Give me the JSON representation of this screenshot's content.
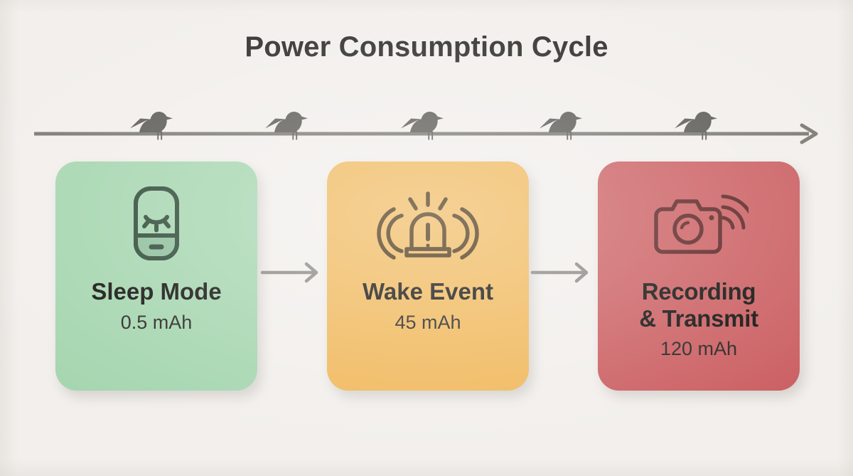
{
  "page": {
    "title": "Power Consumption Cycle",
    "background_color": "#f2efec",
    "title_color": "#32302e"
  },
  "timeline": {
    "name": "bird-timeline",
    "line_color": "#7d7b74",
    "bird_color": "#5e5d58",
    "bird_count": 5,
    "bird_positions": [
      215,
      410,
      600,
      795,
      985
    ],
    "arrowhead": "chevron-right"
  },
  "stages": [
    {
      "id": "sleep-mode",
      "title": "Sleep Mode",
      "title_lines": [
        "Sleep Mode"
      ],
      "value": "0.5 mAh",
      "amount": 0.5,
      "unit": "mAh",
      "color": "#a6d6b0",
      "icon": "sleeping-device-icon",
      "icon_color": "#2f4a38"
    },
    {
      "id": "wake-event",
      "title": "Wake Event",
      "title_lines": [
        "Wake Event"
      ],
      "value": "45 mAh",
      "amount": 45,
      "unit": "mAh",
      "color": "#f0b95e",
      "icon": "alarm-siren-icon",
      "icon_color": "#4a3212"
    },
    {
      "id": "recording-transmit",
      "title": "Recording & Transmit",
      "title_lines": [
        "Recording",
        "& Transmit"
      ],
      "value": "120 mAh",
      "amount": 120,
      "unit": "mAh",
      "color": "#cc6265",
      "icon": "camera-transmit-icon",
      "icon_color": "#5e2626"
    }
  ],
  "connectors": [
    {
      "id": "connector-sleep-to-wake",
      "from": "sleep-mode",
      "to": "wake-event",
      "color": "#8c8a85"
    },
    {
      "id": "connector-wake-to-recording",
      "from": "wake-event",
      "to": "recording-transmit",
      "color": "#8c8a85"
    }
  ]
}
